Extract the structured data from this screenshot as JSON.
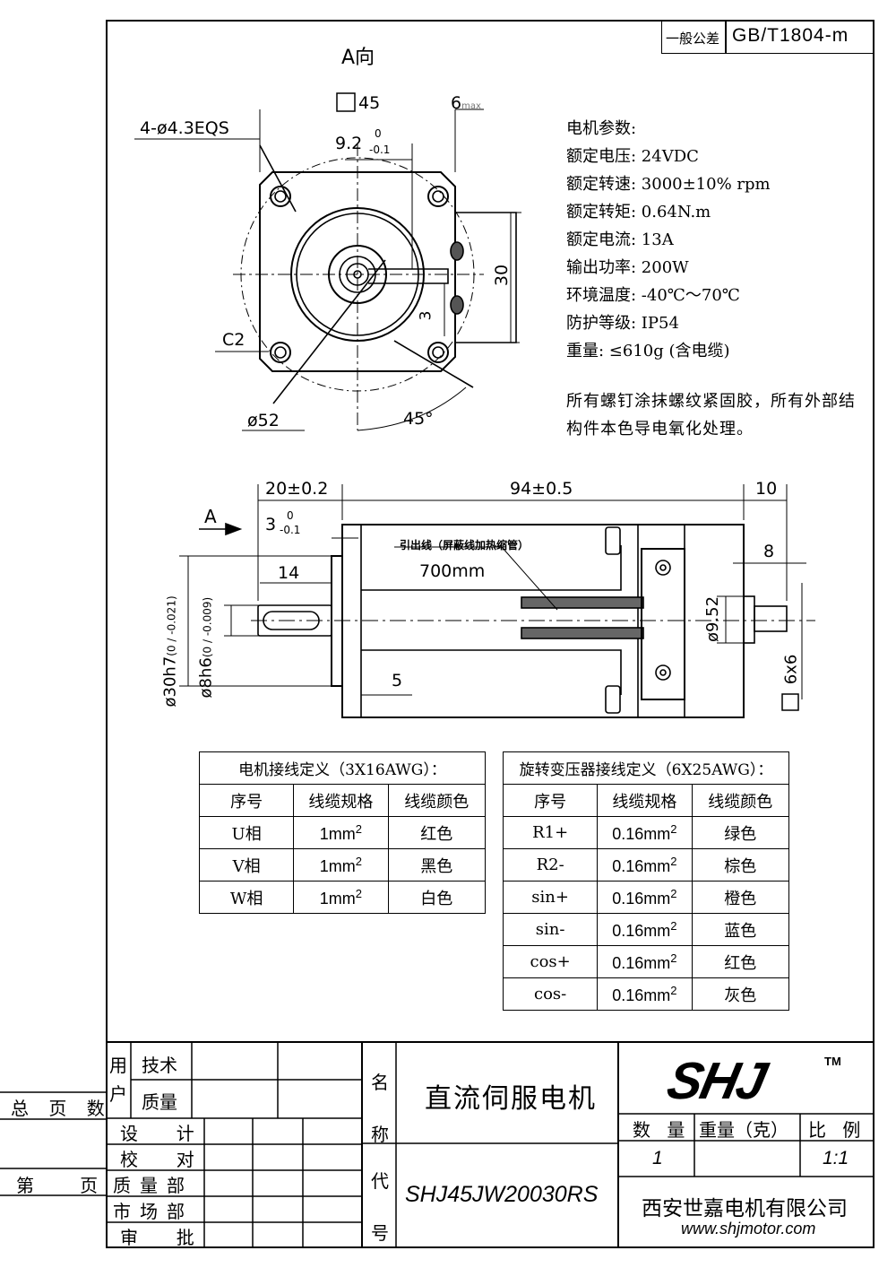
{
  "tolerance": {
    "label": "一般公差",
    "standard": "GB/T1804-m"
  },
  "view_a": {
    "title": "A向",
    "dim_square": "45",
    "dim_6max": "6",
    "dim_6max_sub": "max",
    "holes": "4-ø4.3EQS",
    "dim_9_2": "9.2",
    "dim_9_2_tol_up": "0",
    "dim_9_2_tol_low": "-0.1",
    "dim_30": "30",
    "dim_3": "3",
    "chamfer": "C2",
    "dia_52": "ø52",
    "angle": "45°"
  },
  "params": {
    "heading": "电机参数:",
    "lines": [
      "额定电压: 24VDC",
      "额定转速: 3000±10% rpm",
      "额定转矩: 0.64N.m",
      "额定电流: 13A",
      "输出功率: 200W",
      "环境温度: -40℃～70℃",
      "防护等级: IP54",
      "重量: ≤610g (含电缆)"
    ],
    "note": "所有螺钉涂抹螺纹紧固胶，所有外部结构件本色导电氧化处理。"
  },
  "side_view": {
    "dim_20": "20±0.2",
    "dim_94": "94±0.5",
    "dim_10": "10",
    "arrow_a": "A",
    "dim_3": "3",
    "dim_3_tol_up": "0",
    "dim_3_tol_low": "-0.1",
    "dim_14": "14",
    "dim_8": "8",
    "lead_label": "引出线（屏蔽线加热缩管）",
    "lead_len": "700mm",
    "dia_30": "ø30h7",
    "dia_30_tol": "(0 / -0.021)",
    "dia_8": "ø8h6",
    "dia_8_tol": "(0 / -0.009)",
    "dia_9_52": "ø9.52",
    "square_6x6": "6x6",
    "dim_5": "5"
  },
  "motor_table": {
    "caption": "电机接线定义（3X16AWG）：",
    "headers": [
      "序号",
      "线缆规格",
      "线缆颜色"
    ],
    "rows": [
      [
        "U相",
        "1mm",
        "红色"
      ],
      [
        "V相",
        "1mm",
        "黑色"
      ],
      [
        "W相",
        "1mm",
        "白色"
      ]
    ],
    "sup": "2"
  },
  "resolver_table": {
    "caption": "旋转变压器接线定义（6X25AWG）：",
    "headers": [
      "序号",
      "线缆规格",
      "线缆颜色"
    ],
    "rows": [
      [
        "R1+",
        "0.16mm",
        "绿色"
      ],
      [
        "R2-",
        "0.16mm",
        "棕色"
      ],
      [
        "sin+",
        "0.16mm",
        "橙色"
      ],
      [
        "sin-",
        "0.16mm",
        "蓝色"
      ],
      [
        "cos+",
        "0.16mm",
        "红色"
      ],
      [
        "cos-",
        "0.16mm",
        "灰色"
      ]
    ],
    "sup": "2"
  },
  "title_block": {
    "left_total": "总 页 数",
    "left_page": "第   页",
    "user": "用户",
    "tech": "技术",
    "quality": "质量",
    "roles": [
      "设  计",
      "校  对",
      "质量部",
      "市场部",
      "审  批"
    ],
    "name_label": "名称",
    "code_label": "代号",
    "name": "直流伺服电机",
    "code": "SHJ45JW20030RS",
    "logo": "SHJ",
    "tm": "TM",
    "qty_label": "数 量",
    "weight_label": "重量（克）",
    "scale_label": "比 例",
    "qty": "1",
    "scale": "1:1",
    "company": "西安世嘉电机有限公司",
    "website": "www.shjmotor.com"
  }
}
